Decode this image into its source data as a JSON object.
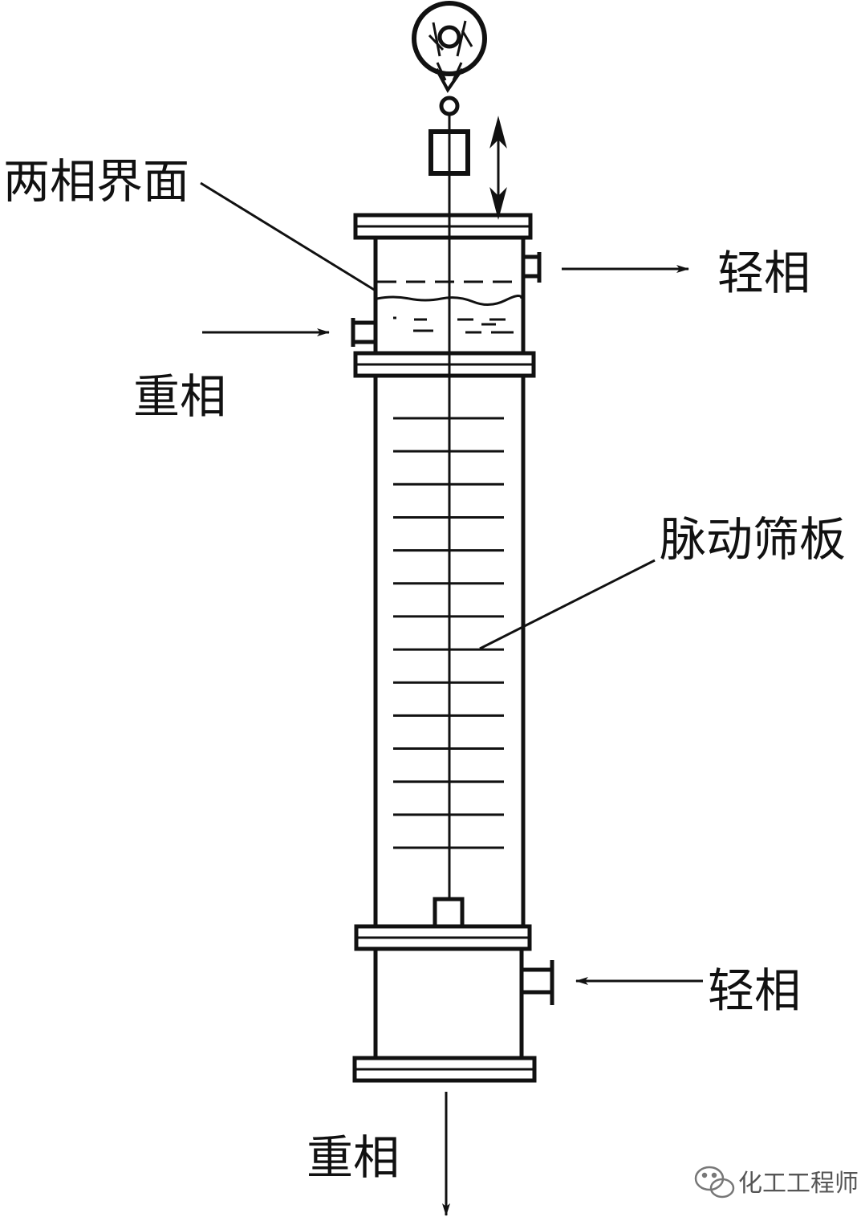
{
  "labels": {
    "interface": "两相界面",
    "light_out": "轻相",
    "heavy_in": "重相",
    "sieve_plates": "脉动筛板",
    "light_in": "轻相",
    "heavy_out": "重相"
  },
  "watermark": {
    "text": "化工工程师",
    "icon": "wechat-icon"
  },
  "colors": {
    "stroke": "#111111",
    "background": "#ffffff",
    "watermark": "#555555"
  },
  "sieve_plate_count": 14
}
